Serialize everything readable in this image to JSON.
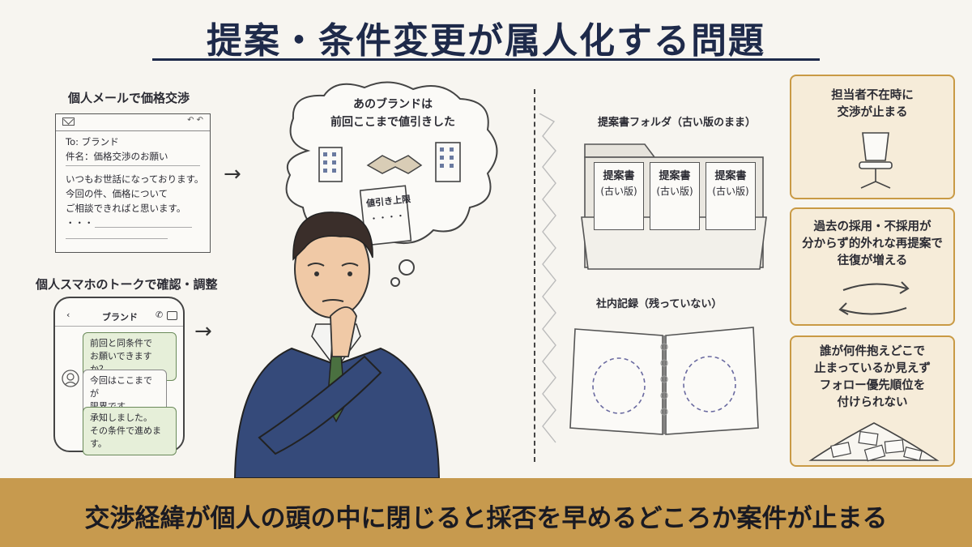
{
  "title": "提案・条件変更が属人化する問題",
  "email_section": {
    "label": "個人メールで価格交渉",
    "controls": "↶ ↶",
    "to": "To: ブランド",
    "subject": "件名：価格交渉のお願い",
    "body": [
      "いつもお世話になっております。",
      "今回の件、価格について",
      "ご相談できればと思います。",
      "・・・"
    ]
  },
  "chat_section": {
    "label": "個人スマホのトークで確認・調整",
    "header": "ブランド",
    "messages": [
      {
        "side": "right",
        "text": [
          "前回と同条件で",
          "お願いできますか？"
        ]
      },
      {
        "side": "left",
        "text": [
          "今回はここまでが",
          "限界です。"
        ]
      },
      {
        "side": "right",
        "text": [
          "承知しました。",
          "その条件で進めます。"
        ]
      }
    ]
  },
  "thought": {
    "lines": [
      "あのブランドは",
      "前回ここまで値引きした"
    ],
    "memo_title": "値引き上限",
    "memo_dots": "・・・・"
  },
  "folder_section": {
    "label": "提案書フォルダ（古い版のまま）",
    "docs": [
      {
        "title": "提案書",
        "sub": "(古い版)"
      },
      {
        "title": "提案書",
        "sub": "(古い版)"
      },
      {
        "title": "提案書",
        "sub": "(古い版)"
      }
    ]
  },
  "notebook_section": {
    "label": "社内記録（残っていない）"
  },
  "right_boxes": [
    {
      "lines": [
        "担当者不在時に",
        "交渉が止まる"
      ],
      "icon": "empty-chair-icon"
    },
    {
      "lines": [
        "過去の採用・不採用が",
        "分からず的外れな再提案で",
        "往復が増える"
      ],
      "icon": "circular-arrows-icon"
    },
    {
      "lines": [
        "誰が何件抱えどこで",
        "止まっているか見えず",
        "フォロー優先順位を",
        "付けられない"
      ],
      "icon": "paper-pile-icon"
    }
  ],
  "bottom_message": "交渉経緯が個人の頭の中に閉じると採否を早めるどころか案件が止まる",
  "colors": {
    "navy": "#1e2a4a",
    "gold": "#c79a4e",
    "box_bg": "#f6ecd9",
    "box_border": "#c99a45"
  }
}
